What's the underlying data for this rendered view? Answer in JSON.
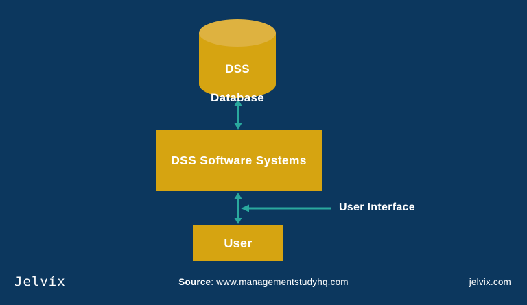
{
  "colors": {
    "bg": "#0c375e",
    "gold": "#d6a411",
    "gold-light": "#deb240",
    "teal": "#2aa99e",
    "text": "#ffffff"
  },
  "diagram": {
    "database": {
      "line1": "DSS",
      "line2": "Database"
    },
    "software_box": {
      "label": "DSS Software Systems"
    },
    "user_box": {
      "label": "User"
    },
    "user_interface_label": "User Interface"
  },
  "footer": {
    "logo": "Jelvíx",
    "source_label": "Source",
    "source_value": ": www.managementstudyhq.com",
    "site": "jelvix.com"
  }
}
